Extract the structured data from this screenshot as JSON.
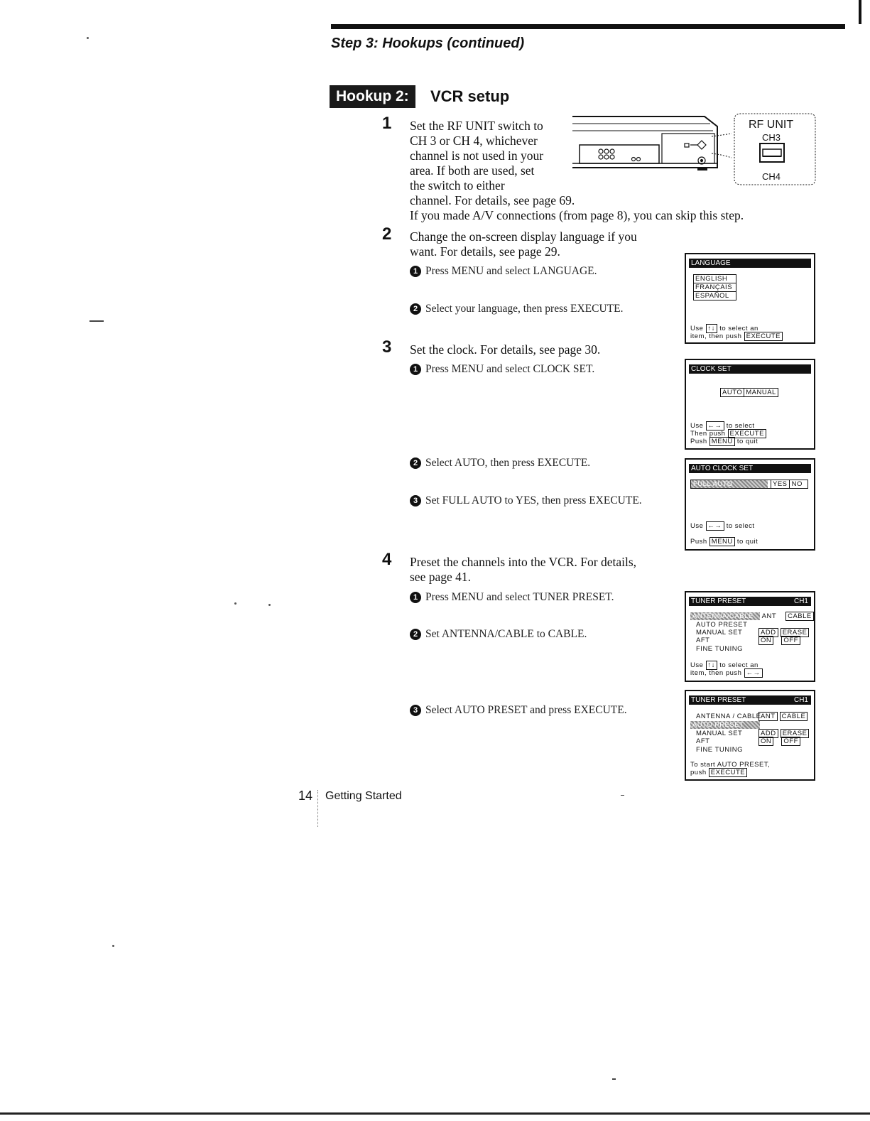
{
  "header": {
    "running_head": "Step 3: Hookups (continued)"
  },
  "section": {
    "badge": "Hookup 2:",
    "title": "VCR setup"
  },
  "steps": [
    {
      "num": "1",
      "lines": [
        "Set the RF UNIT switch to",
        "CH 3 or CH 4, whichever",
        "channel is not used in your",
        "area. If both are used, set",
        "the switch to either",
        "channel. For details, see page 69.",
        "If you made A/V connections (from page 8), you can skip this step."
      ]
    },
    {
      "num": "2",
      "lines": [
        "Change the on-screen display language if you",
        "want. For details, see page 29."
      ],
      "subs": [
        {
          "bullet": "1",
          "text": "Press MENU and select LANGUAGE."
        },
        {
          "bullet": "2",
          "text": "Select your language, then press EXECUTE."
        }
      ]
    },
    {
      "num": "3",
      "lines": [
        "Set the clock. For details, see page 30."
      ],
      "subs": [
        {
          "bullet": "1",
          "text": "Press MENU and select CLOCK SET."
        },
        {
          "bullet": "2",
          "text": "Select AUTO, then press EXECUTE."
        },
        {
          "bullet": "3",
          "text": "Set FULL AUTO to YES, then press EXECUTE."
        }
      ]
    },
    {
      "num": "4",
      "lines": [
        "Preset the channels into the VCR. For details,",
        "see page 41."
      ],
      "subs": [
        {
          "bullet": "1",
          "text": "Press MENU and select TUNER PRESET."
        },
        {
          "bullet": "2",
          "text": "Set ANTENNA/CABLE to CABLE."
        },
        {
          "bullet": "3",
          "text": "Select AUTO PRESET and press EXECUTE."
        }
      ]
    }
  ],
  "rf_unit": {
    "label": "RF UNIT",
    "ch3": "CH3",
    "ch4": "CH4"
  },
  "screens": {
    "language": {
      "title": "LANGUAGE",
      "options": [
        "ENGLISH",
        "FRANÇAIS",
        "ESPAÑOL"
      ],
      "help1_a": "Use",
      "help1_b": "to select an",
      "help2_a": "item, then push",
      "help2_b": "EXECUTE"
    },
    "clock_set": {
      "title": "CLOCK SET",
      "opt1": "AUTO",
      "opt2": "MANUAL",
      "help1_a": "Use",
      "help1_b": "to select",
      "help2_a": "Then push",
      "help2_b": "EXECUTE",
      "help3_a": "Push",
      "help3_b": "MENU",
      "help3_c": "to quit"
    },
    "auto_clock": {
      "title": "AUTO CLOCK SET",
      "row_label": "FULL AUTO",
      "yes": "YES",
      "no": "NO",
      "help1_a": "Use",
      "help1_b": "to select",
      "help2_a": "Push",
      "help2_b": "MENU",
      "help2_c": "to quit"
    },
    "tuner1": {
      "title": "TUNER PRESET",
      "channel": "CH1",
      "row1": "ANTENNA/CABLE",
      "ant": "ANT",
      "cable": "CABLE",
      "row2": "AUTO PRESET",
      "row3": "MANUAL SET",
      "add": "ADD",
      "erase": "ERASE",
      "row4": "AFT",
      "on": "ON",
      "off": "OFF",
      "row5": "FINE TUNING",
      "help1_a": "Use",
      "help1_b": "to select an",
      "help2_a": "item, then push"
    },
    "tuner2": {
      "title": "TUNER PRESET",
      "channel": "CH1",
      "row1": "ANTENNA / CABLE",
      "ant": "ANT",
      "cable": "CABLE",
      "row2": "AUTO PRESET",
      "row3": "MANUAL SET",
      "add": "ADD",
      "erase": "ERASE",
      "row4": "AFT",
      "on": "ON",
      "off": "OFF",
      "row5": "FINE TUNING",
      "help1_a": "To start",
      "help1_b": "AUTO PRESET,",
      "help2_a": "push",
      "help2_b": "EXECUTE"
    }
  },
  "footer": {
    "page_number": "14",
    "section_label": "Getting Started"
  }
}
